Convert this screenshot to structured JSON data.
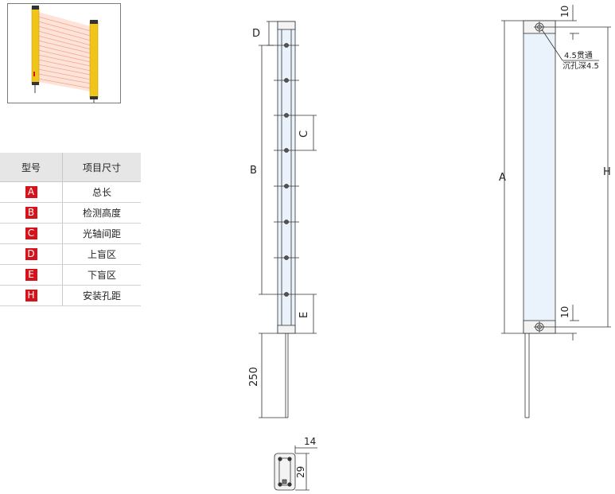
{
  "table": {
    "headers": [
      "型号",
      "项目尺寸"
    ],
    "rows": [
      {
        "code": "A",
        "item": "总长"
      },
      {
        "code": "B",
        "item": "检测高度"
      },
      {
        "code": "C",
        "item": "光轴间距"
      },
      {
        "code": "D",
        "item": "上盲区"
      },
      {
        "code": "E",
        "item": "下盲区"
      },
      {
        "code": "H",
        "item": "安装孔距"
      }
    ]
  },
  "front_view": {
    "labels": {
      "d": "D",
      "b": "B",
      "c": "C",
      "e": "E"
    },
    "cable_length": "250"
  },
  "side_view": {
    "labels": {
      "a": "A",
      "h": "H"
    },
    "top_offset": "10",
    "bottom_offset": "10",
    "hole_note_line1": "4.5贯通",
    "hole_note_line2": "沉孔深4.5"
  },
  "section_view": {
    "width": "14",
    "height": "29"
  },
  "colors": {
    "badge": "#d6131b",
    "housing_yellow": "#f0c419",
    "beam_pink": "#f4a48e",
    "body_fill": "#eaf3fb"
  }
}
